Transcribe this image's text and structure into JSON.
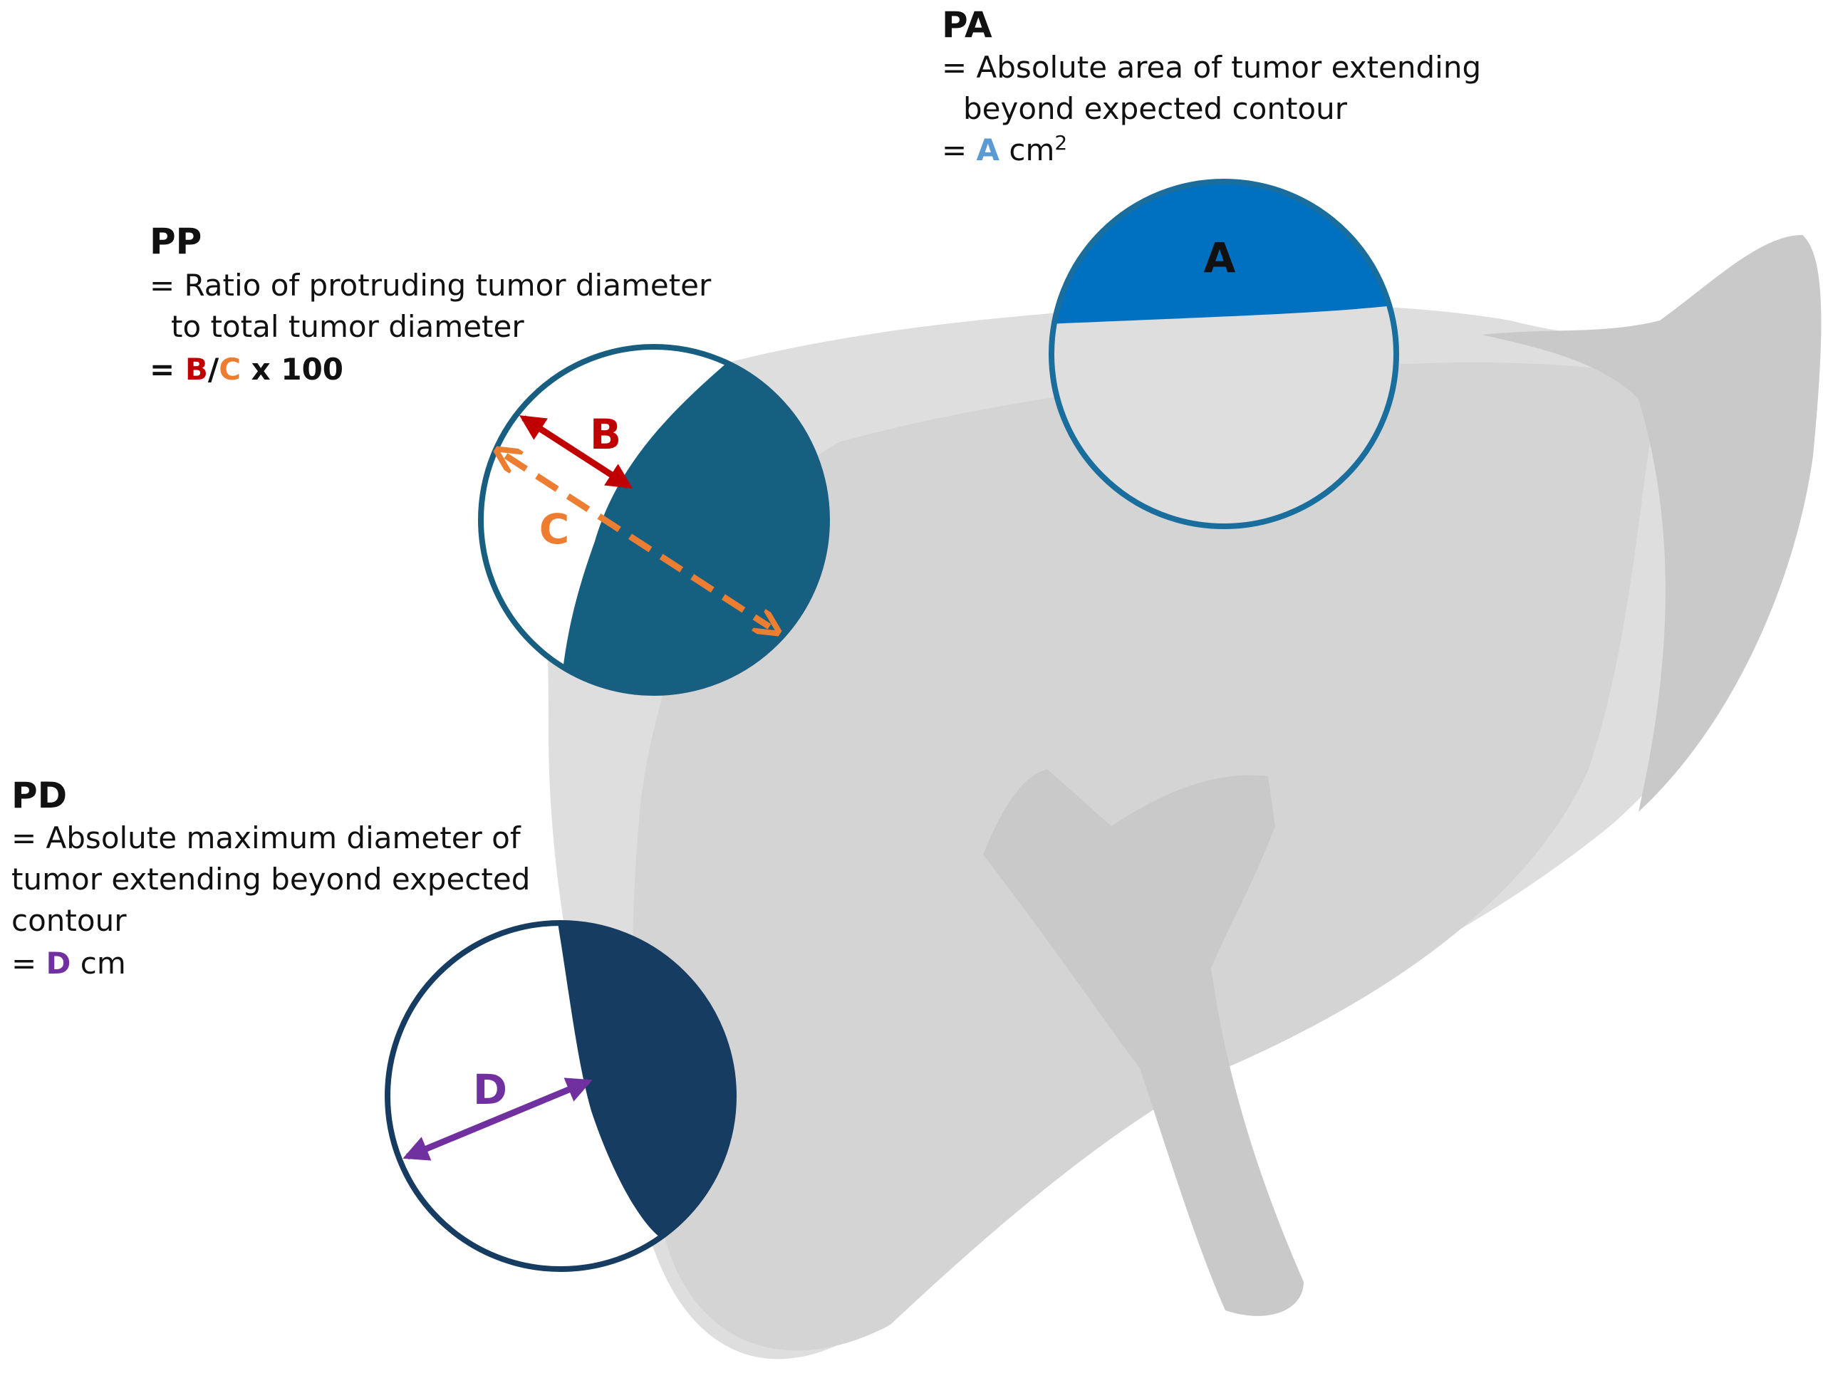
{
  "colors": {
    "liver_light": "#dedede",
    "liver_mid": "#d4d4d4",
    "liver_dark": "#c9c9c9",
    "pa_fill": "#0070c0",
    "pa_ring": "#1a6e9e",
    "pp_fill": "#155f80",
    "pp_ring": "#185e80",
    "pd_fill": "#173c62",
    "pd_ring": "#173c62",
    "red": "#c00000",
    "orange": "#ed7d31",
    "blue_letter": "#5b9bd5",
    "purple": "#7030a0"
  },
  "pa": {
    "heading": "PA",
    "line1": "= Absolute area of tumor extending",
    "line2": "beyond expected contour",
    "line3_prefix": "= ",
    "line3_letter": "A",
    "line3_unit": " cm",
    "line3_sup": "2",
    "circle_label": "A"
  },
  "pp": {
    "heading": "PP",
    "line1": "= Ratio of protruding tumor diameter",
    "line2": "to total tumor diameter",
    "line3_prefix": "= ",
    "line3_b": "B",
    "line3_slash": "/",
    "line3_c": "C",
    "line3_suffix": " x 100",
    "label_b": "B",
    "label_c": "C"
  },
  "pd": {
    "heading": "PD",
    "line1": "= Absolute maximum diameter of",
    "line2": "tumor extending beyond expected",
    "line3": "contour",
    "line4_prefix": "= ",
    "line4_letter": "D",
    "line4_unit": " cm",
    "label_d": "D"
  }
}
